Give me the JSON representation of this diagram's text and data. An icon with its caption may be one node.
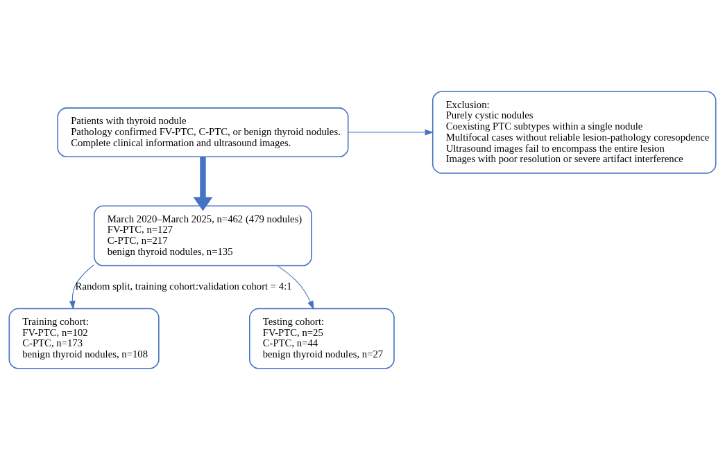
{
  "diagram": {
    "nodes": [
      {
        "text": [
          "Patients with thyroid nodule",
          "Pathology confirmed FV-PTC, C-PTC, or benign thyroid nodules.",
          "Complete clinical information and ultrasound images."
        ]
      },
      {
        "text": [
          "Exclusion:",
          "Purely cystic nodules",
          "Coexisting PTC subtypes within a single nodule",
          "Multifocal cases without reliable lesion-pathology coresopdence",
          "Ultrasound images fail to encompass the entire lesion",
          "Images with poor resolution or severe artifact interference"
        ]
      },
      {
        "text": [
          "March 2020–March 2025, n=462 (479 nodules)",
          "FV-PTC, n=127",
          "C-PTC, n=217",
          "benign thyroid nodules, n=135"
        ]
      },
      {
        "text": [
          "Training cohort:",
          "FV-PTC, n=102",
          "C-PTC, n=173",
          "benign thyroid nodules, n=108"
        ]
      },
      {
        "text": [
          "Testing cohort:",
          "FV-PTC, n=25",
          "C-PTC, n=44",
          "benign thyroid nodules, n=27"
        ]
      }
    ],
    "edges": [
      {
        "from": 0,
        "to": 2,
        "arrow": "to",
        "style": "thick"
      },
      {
        "from": 0,
        "to": 1,
        "arrow": "to"
      },
      {
        "from": 2,
        "to": 3,
        "arrow": "to",
        "label": "Random split, training cohort:validation cohort = 4:1"
      },
      {
        "from": 2,
        "to": 4,
        "arrow": "to"
      }
    ]
  }
}
